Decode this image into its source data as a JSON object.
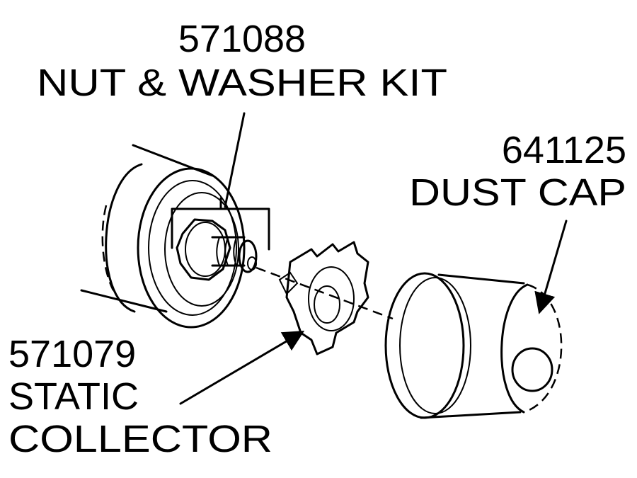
{
  "callouts": [
    {
      "part_number": "571088",
      "name": "NUT & WASHER KIT"
    },
    {
      "part_number": "641125",
      "name": "DUST CAP"
    },
    {
      "part_number": "571079",
      "name_line1": "STATIC",
      "name_line2": "COLLECTOR"
    }
  ]
}
